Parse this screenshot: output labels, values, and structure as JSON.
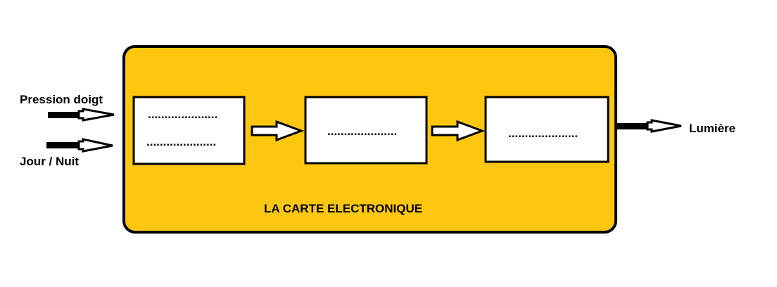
{
  "colors": {
    "board_fill": "#fec70f",
    "stroke": "#000000",
    "block_fill": "#ffffff"
  },
  "board": {
    "title": "LA CARTE ELECTRONIQUE"
  },
  "inputs": [
    {
      "label": "Pression doigt"
    },
    {
      "label": "Jour / Nuit"
    }
  ],
  "output": {
    "label": "Lumière"
  },
  "blocks": [
    {
      "lines": [
        ".....................",
        "....................."
      ]
    },
    {
      "lines": [
        "....................."
      ]
    },
    {
      "lines": [
        "....................."
      ]
    }
  ]
}
